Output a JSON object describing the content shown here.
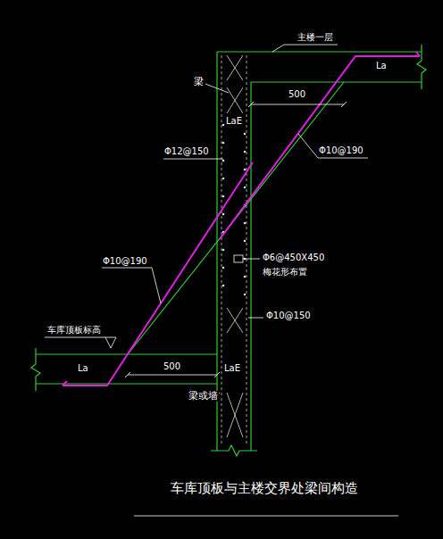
{
  "diagram": {
    "caption": "车库顶板与主楼交界处梁间构造",
    "labels": [
      "主楼一层",
      "La",
      "梁",
      "LaE",
      "500",
      "Φ12@150",
      "Φ10@190",
      "Φ6@450X450",
      "梅花形布置",
      "Φ10@190",
      "Φ10@150",
      "车库顶板标高",
      "La",
      "500",
      "LaE",
      "梁或墙"
    ]
  }
}
